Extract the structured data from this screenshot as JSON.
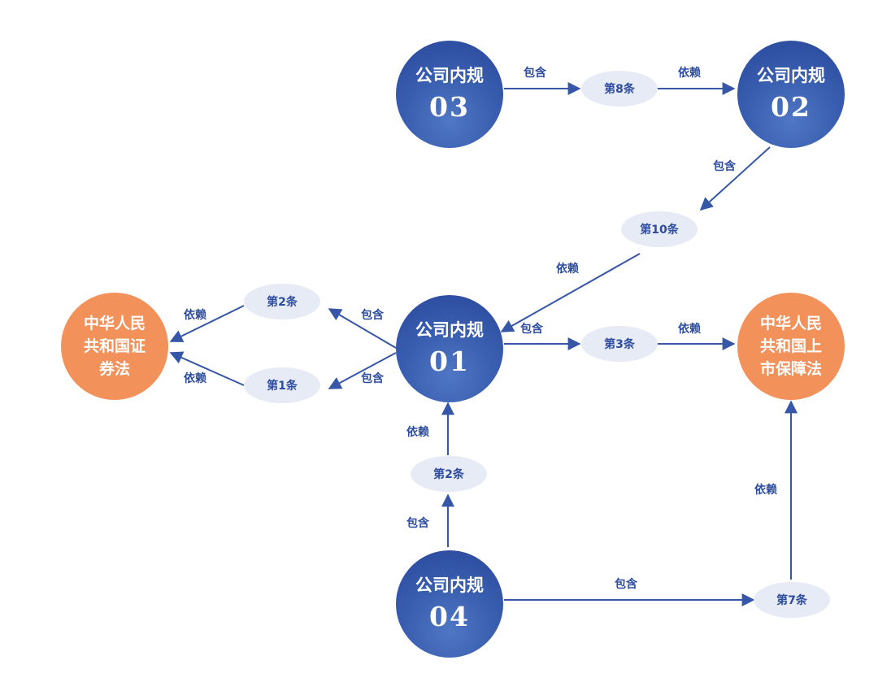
{
  "nodes": {
    "n03": {
      "title": "公司内规",
      "num": "03"
    },
    "n02": {
      "title": "公司内规",
      "num": "02"
    },
    "n01": {
      "title": "公司内规",
      "num": "01"
    },
    "n04": {
      "title": "公司内规",
      "num": "04"
    },
    "law_securities": {
      "text": "中华人民共和国证券法"
    },
    "law_insurance": {
      "text": "中华人民共和国上市保障法"
    }
  },
  "articles": {
    "a8": "第8条",
    "a10": "第10条",
    "a2_top": "第2条",
    "a1": "第1条",
    "a3": "第3条",
    "a2_bottom": "第2条",
    "a7": "第7条"
  },
  "edge_labels": {
    "contains_03_8": "包含",
    "depends_8_02": "依赖",
    "contains_02_10": "包含",
    "depends_10_01": "依赖",
    "contains_01_2": "包含",
    "contains_01_1": "包含",
    "depends_2_law": "依赖",
    "depends_1_law": "依赖",
    "contains_01_3": "包含",
    "depends_3_law": "依赖",
    "depends_2b_01": "依赖",
    "contains_04_2b": "包含",
    "contains_04_7": "包含",
    "depends_7_law": "依赖"
  },
  "colors": {
    "edge": "#3656a8",
    "node_blue": "#3a5fb0",
    "node_orange": "#f2915a",
    "pill_fill": "#e6ebf6",
    "label_text": "#2d4c9f"
  }
}
